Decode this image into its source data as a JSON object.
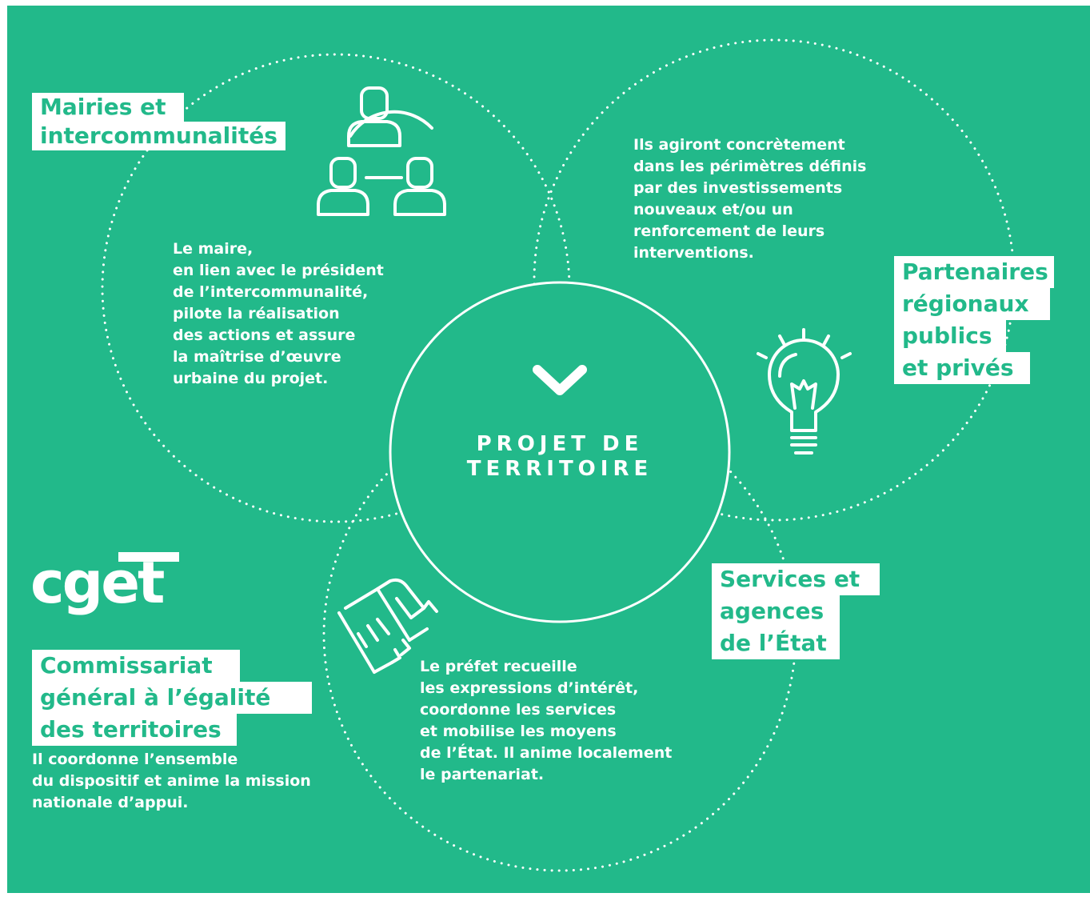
{
  "background_color": "#22b98a",
  "text_color": "#ffffff",
  "center": {
    "line1": "PROJET DE",
    "line2": "TERRITOIRE",
    "icon": "chevron-down-icon"
  },
  "mairies": {
    "label_line1": "Mairies et",
    "label_line2": "intercommunalités",
    "icon": "people-network-icon",
    "lines": [
      "Le maire,",
      "en lien avec le président",
      "de l’intercommunalité,",
      "pilote la réalisation",
      "des actions et assure",
      "la maîtrise d’œuvre",
      "urbaine du projet."
    ]
  },
  "partenaires": {
    "label_lines": [
      "Partenaires",
      "régionaux",
      "publics",
      "et privés"
    ],
    "icon": "lightbulb-icon",
    "lines": [
      "Ils agiront concrètement",
      "dans les périmètres définis",
      "par des investissements",
      "nouveaux et/ou un",
      "renforcement de leurs",
      "interventions."
    ]
  },
  "etat": {
    "label_lines": [
      "Services et",
      "agences",
      "de l’État"
    ],
    "icon": "handshake-icon",
    "lines": [
      "Le préfet recueille",
      "les expressions d’intérêt,",
      "coordonne les services",
      "et mobilise les moyens",
      "de l’État. Il anime localement",
      "le partenariat."
    ]
  },
  "cget": {
    "logo_text": "cget",
    "label_lines": [
      "Commissariat",
      "général  à l’égalité",
      "des territoires"
    ],
    "lines": [
      "Il coordonne l’ensemble",
      "du dispositif et anime la mission",
      "nationale d’appui."
    ]
  }
}
